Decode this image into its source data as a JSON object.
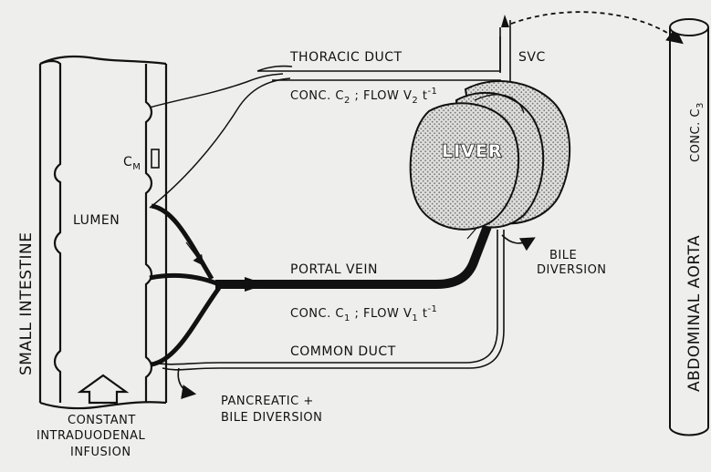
{
  "labels": {
    "small_intestine": "SMALL INTESTINE",
    "lumen": "LUMEN",
    "c_m_main": "C",
    "c_m_sub": "M",
    "thoracic_duct": "THORACIC DUCT",
    "svc": "SVC",
    "conc_c2_prefix": "CONC. C",
    "conc_c2_sub": "2",
    "conc_c2_mid": " ; FLOW V",
    "conc_c2_vsub": "2",
    "conc_c2_t": " t",
    "conc_c2_exp": "-1",
    "liver": "LIVER",
    "portal_vein": "PORTAL VEIN",
    "conc_c1_prefix": "CONC. C",
    "conc_c1_sub": "1",
    "conc_c1_mid": " ; FLOW V",
    "conc_c1_vsub": "1",
    "conc_c1_t": " t",
    "conc_c1_exp": "-1",
    "bile_diversion_1": "BILE",
    "bile_diversion_2": "DIVERSION",
    "common_duct": "COMMON DUCT",
    "pancreatic_1": "PANCREATIC +",
    "pancreatic_2": "BILE DIVERSION",
    "infusion_1": "CONSTANT",
    "infusion_2": "INTRADUODENAL",
    "infusion_3": "INFUSION",
    "abdominal_aorta": "ABDOMINAL AORTA",
    "conc_c3_prefix": "CONC. C",
    "conc_c3_sub": "3"
  }
}
